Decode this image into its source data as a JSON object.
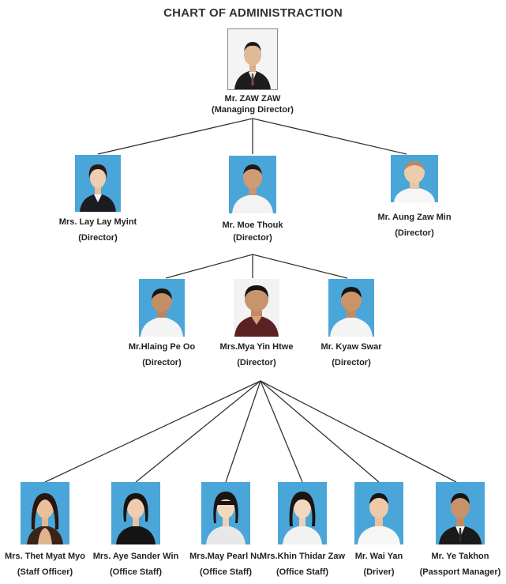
{
  "title": "CHART OF  ADMINISTRACTION",
  "people": {
    "zaw_zaw": {
      "name": "Mr. ZAW ZAW",
      "role": "(Managing Director)"
    },
    "lay_lay_myint": {
      "name": "Mrs. Lay Lay Myint",
      "role": "(Director)"
    },
    "moe_thouk": {
      "name": "Mr. Moe Thouk",
      "role": "(Director)"
    },
    "aung_zaw_min": {
      "name": "Mr. Aung Zaw Min",
      "role": "(Director)"
    },
    "hlaing_pe_oo": {
      "name": "Mr.Hlaing Pe Oo",
      "role": "(Director)"
    },
    "mya_yin_htwe": {
      "name": "Mrs.Mya Yin Htwe",
      "role": "(Director)"
    },
    "kyaw_swar": {
      "name": "Mr. Kyaw Swar",
      "role": "(Director)"
    },
    "thet_myat_myo": {
      "name": "Mrs. Thet Myat Myo",
      "role": "(Staff Officer)"
    },
    "aye_sander_win": {
      "name": "Mrs. Aye Sander Win",
      "role": "(Office Staff)"
    },
    "may_pearl_nu": {
      "name": "Mrs.May Pearl Nu",
      "role": "(Office Staff)"
    },
    "khin_thidar_zaw": {
      "name": "Mrs.Khin Thidar Zaw",
      "role": "(Office Staff)"
    },
    "wai_yan": {
      "name": "Mr. Wai Yan",
      "role": "(Driver)"
    },
    "ye_takhon": {
      "name": "Mr. Ye Takhon",
      "role": "(Passport Manager)"
    }
  },
  "colors": {
    "photo_bg_blue": "#4aa6d8",
    "photo_bg_white": "#f4f4f4",
    "line": "#333333"
  }
}
